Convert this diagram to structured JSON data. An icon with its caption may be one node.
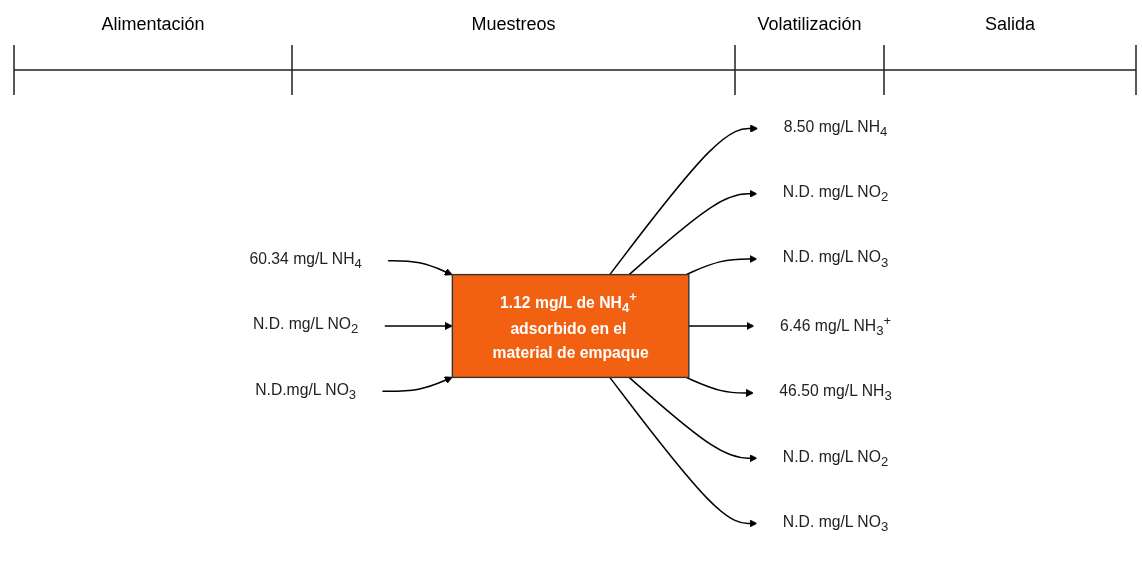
{
  "diagram": {
    "nodes": [
      {
        "text": [
          "8.50 mg/L NH$_{4}$"
        ]
      },
      {
        "text": [
          "N.D. mg/L NO$_{2}$"
        ]
      },
      {
        "text": [
          "N.D. mg/L NO$_{3}$"
        ]
      },
      {
        "text": [
          "6.46 mg/L NH$_{3}$$^{+}$"
        ]
      },
      {
        "text": [
          "60.34 mg/L NH$_{4}$"
        ]
      },
      {
        "text": [
          "N.D. mg/L NO$_{2}$"
        ]
      },
      {
        "text": [
          "N.D.mg/L NO$_{3}$"
        ]
      },
      {
        "text": [
          "1.12 mg/L de NH$_{4}$$^{+}$ adsorbido en el material de empaque"
        ]
      },
      {
        "text": [
          "46.50 mg/L NH$_{3}$"
        ]
      },
      {
        "text": [
          "N.D. mg/L NO$_{2}$"
        ]
      },
      {
        "text": [
          "N.D. mg/L NO$_{3}$"
        ]
      }
    ],
    "edges": [
      {
        "from": 4,
        "to": 7,
        "arrow": "to"
      },
      {
        "from": 5,
        "to": 7,
        "arrow": "to"
      },
      {
        "from": 6,
        "to": 7,
        "arrow": "to"
      },
      {
        "from": 7,
        "to": 0,
        "arrow": "to"
      },
      {
        "from": 7,
        "to": 1,
        "arrow": "to"
      },
      {
        "from": 7,
        "to": 2,
        "arrow": "to"
      },
      {
        "from": 7,
        "to": 3,
        "arrow": "to"
      },
      {
        "from": 7,
        "to": 8,
        "arrow": "to"
      },
      {
        "from": 7,
        "to": 9,
        "arrow": "to"
      },
      {
        "from": 7,
        "to": 10,
        "arrow": "to"
      }
    ],
    "labels": [
      "Alimentación",
      "Muestreos",
      "Volatilización",
      "Salida"
    ]
  }
}
